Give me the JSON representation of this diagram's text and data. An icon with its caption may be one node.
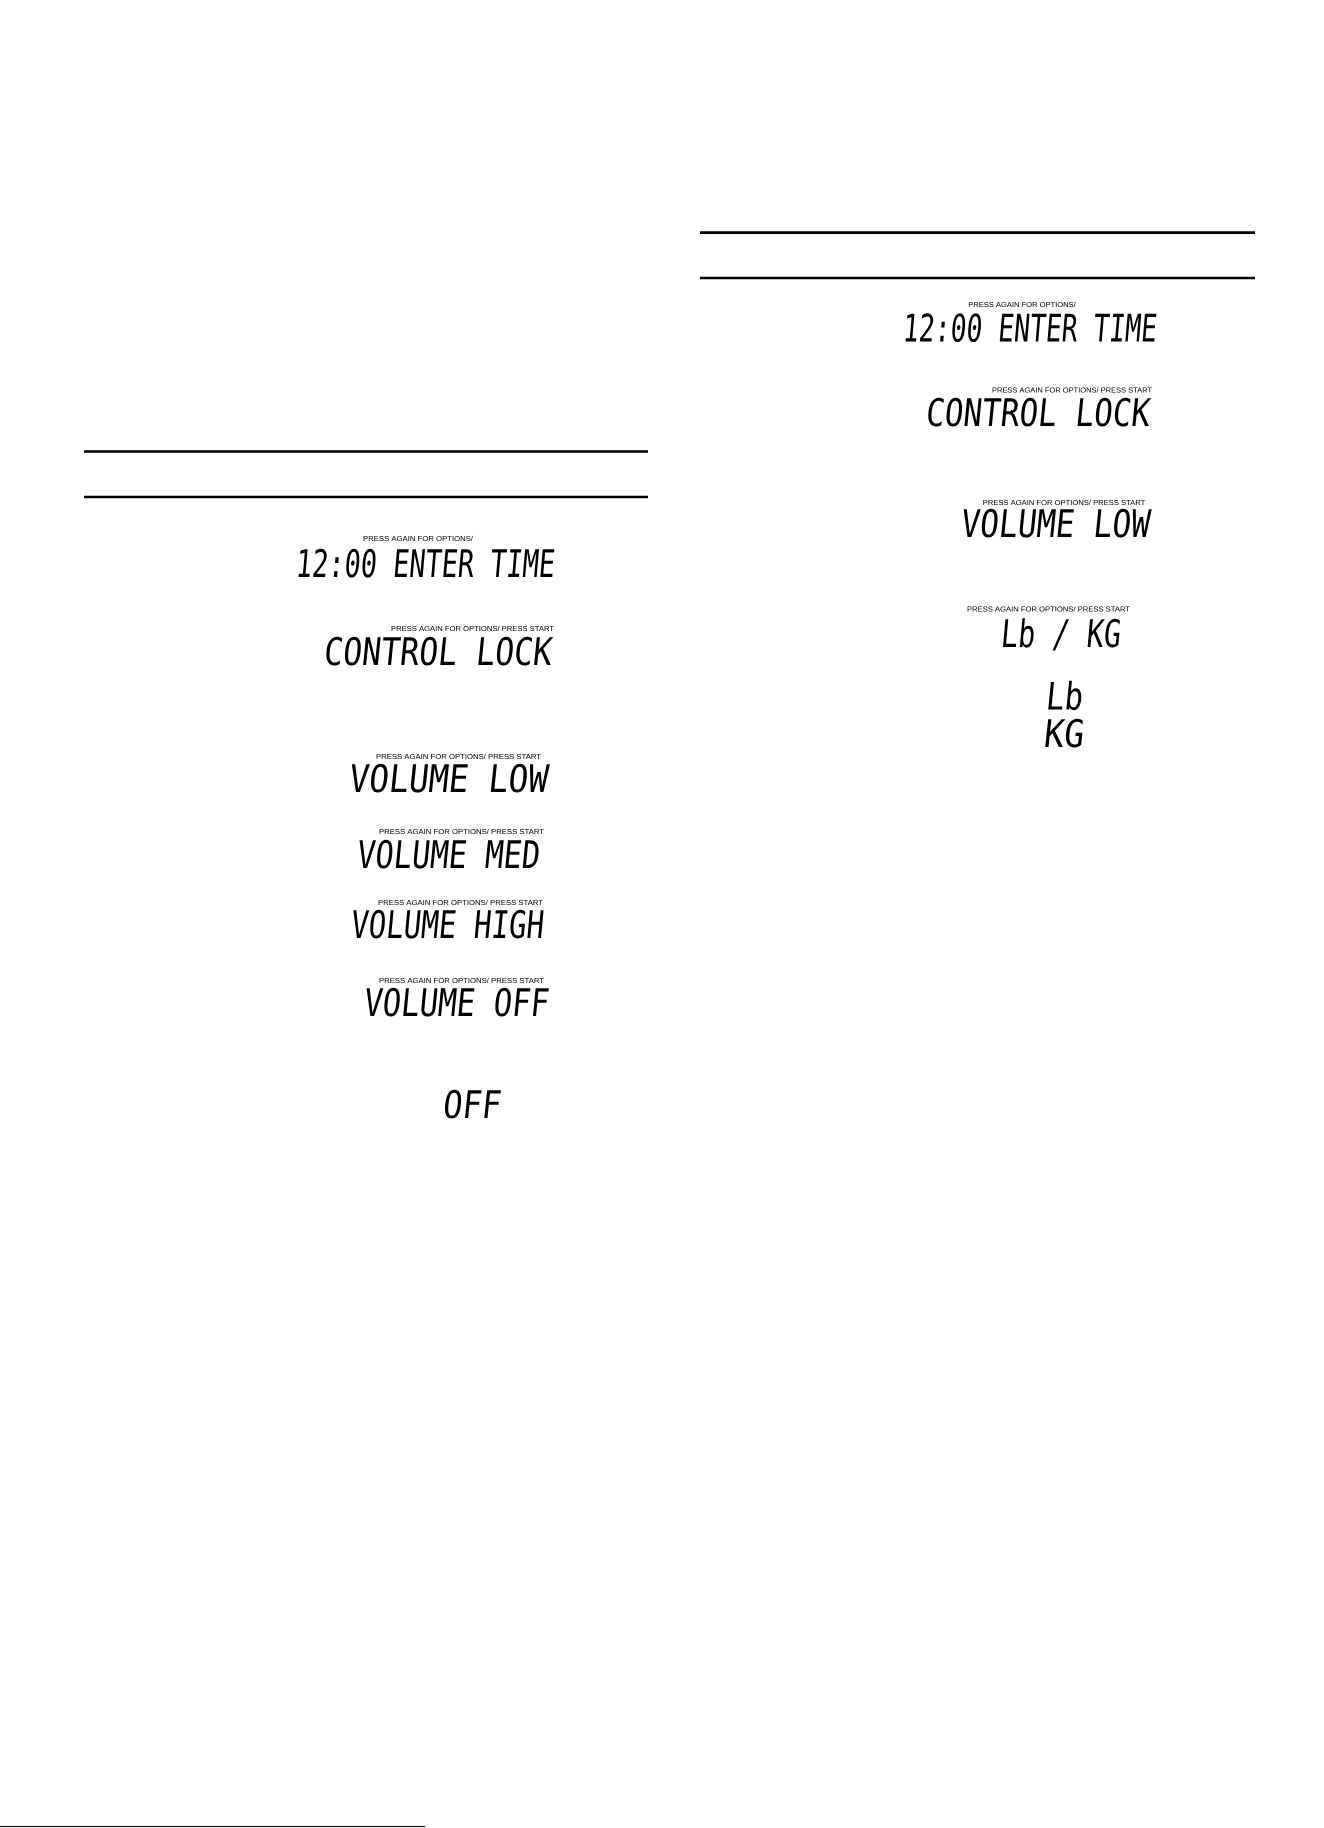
{
  "diagram": {
    "labels": [
      "PRESS AGAIN FOR OPTIONS/",
      "12:00 ENTER TIME",
      "PRESS AGAIN FOR OPTIONS/ PRESS START",
      "CONTROL LOCK",
      "PRESS AGAIN FOR OPTIONS/ PRESS START",
      "VOLUME LOW",
      "PRESS AGAIN FOR OPTIONS/ PRESS START",
      "VOLUME MED",
      "PRESS AGAIN FOR OPTIONS/ PRESS START",
      "VOLUME HIGH",
      "PRESS AGAIN FOR OPTIONS/ PRESS START",
      "VOLUME OFF",
      "OFF",
      "PRESS AGAIN FOR OPTIONS/",
      "12:00 ENTER TIME",
      "PRESS AGAIN FOR OPTIONS/ PRESS START",
      "CONTROL LOCK",
      "PRESS AGAIN FOR OPTIONS/ PRESS START",
      "VOLUME LOW",
      "PRESS AGAIN FOR OPTIONS/ PRESS START",
      "Lb / KG",
      "Lb",
      "KG"
    ]
  }
}
